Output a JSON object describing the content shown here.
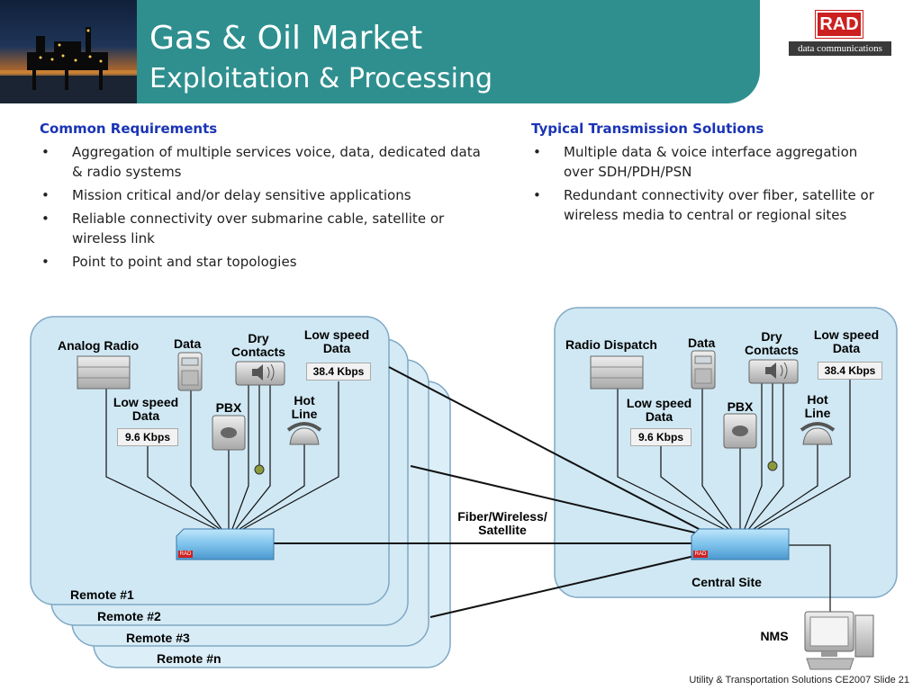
{
  "header": {
    "title": "Gas & Oil Market",
    "subtitle": "Exploitation & Processing",
    "logo_main": "RAD",
    "logo_sub": "data communications"
  },
  "left_section": {
    "heading": "Common Requirements",
    "bullets": [
      "Aggregation of multiple services voice, data, dedicated data & radio systems",
      "Mission critical and/or delay sensitive applications",
      "Reliable connectivity over submarine cable, satellite or wireless link",
      "Point to point and star topologies"
    ]
  },
  "right_section": {
    "heading": "Typical Transmission Solutions",
    "bullets": [
      "Multiple data & voice interface aggregation over SDH/PDH/PSN",
      "Redundant connectivity over fiber, satellite or wireless media to central or regional sites"
    ]
  },
  "diagram": {
    "remote_labels": [
      "Remote #1",
      "Remote #2",
      "Remote #3",
      "Remote #n"
    ],
    "remote": {
      "analog_radio": "Analog Radio",
      "data": "Data",
      "dry_contacts": "Dry\nContacts",
      "low_speed_data_high": "Low speed\nData",
      "speed_high": "38.4 Kbps",
      "low_speed_data_low": "Low speed\nData",
      "speed_low": "9.6 Kbps",
      "pbx": "PBX",
      "hot_line": "Hot\nLine"
    },
    "central": {
      "radio_dispatch": "Radio Dispatch",
      "data": "Data",
      "dry_contacts": "Dry\nContacts",
      "low_speed_data_high": "Low speed\nData",
      "speed_high": "38.4 Kbps",
      "low_speed_data_low": "Low speed\nData",
      "speed_low": "9.6 Kbps",
      "pbx": "PBX",
      "hot_line": "Hot\nLine",
      "site_label": "Central Site"
    },
    "link_label": "Fiber/Wireless/\nSatellite",
    "nms_label": "NMS",
    "device_badge": "RAD"
  },
  "footer": {
    "text": "Utility & Transportation Solutions  CE2007  Slide 21"
  },
  "colors": {
    "header_teal": "#2f8f8f",
    "heading_blue": "#1a34b5",
    "panel_fill": "#d8ecf6",
    "panel_stroke": "#7fa8c4",
    "device_blue": "#7fc3ec"
  }
}
